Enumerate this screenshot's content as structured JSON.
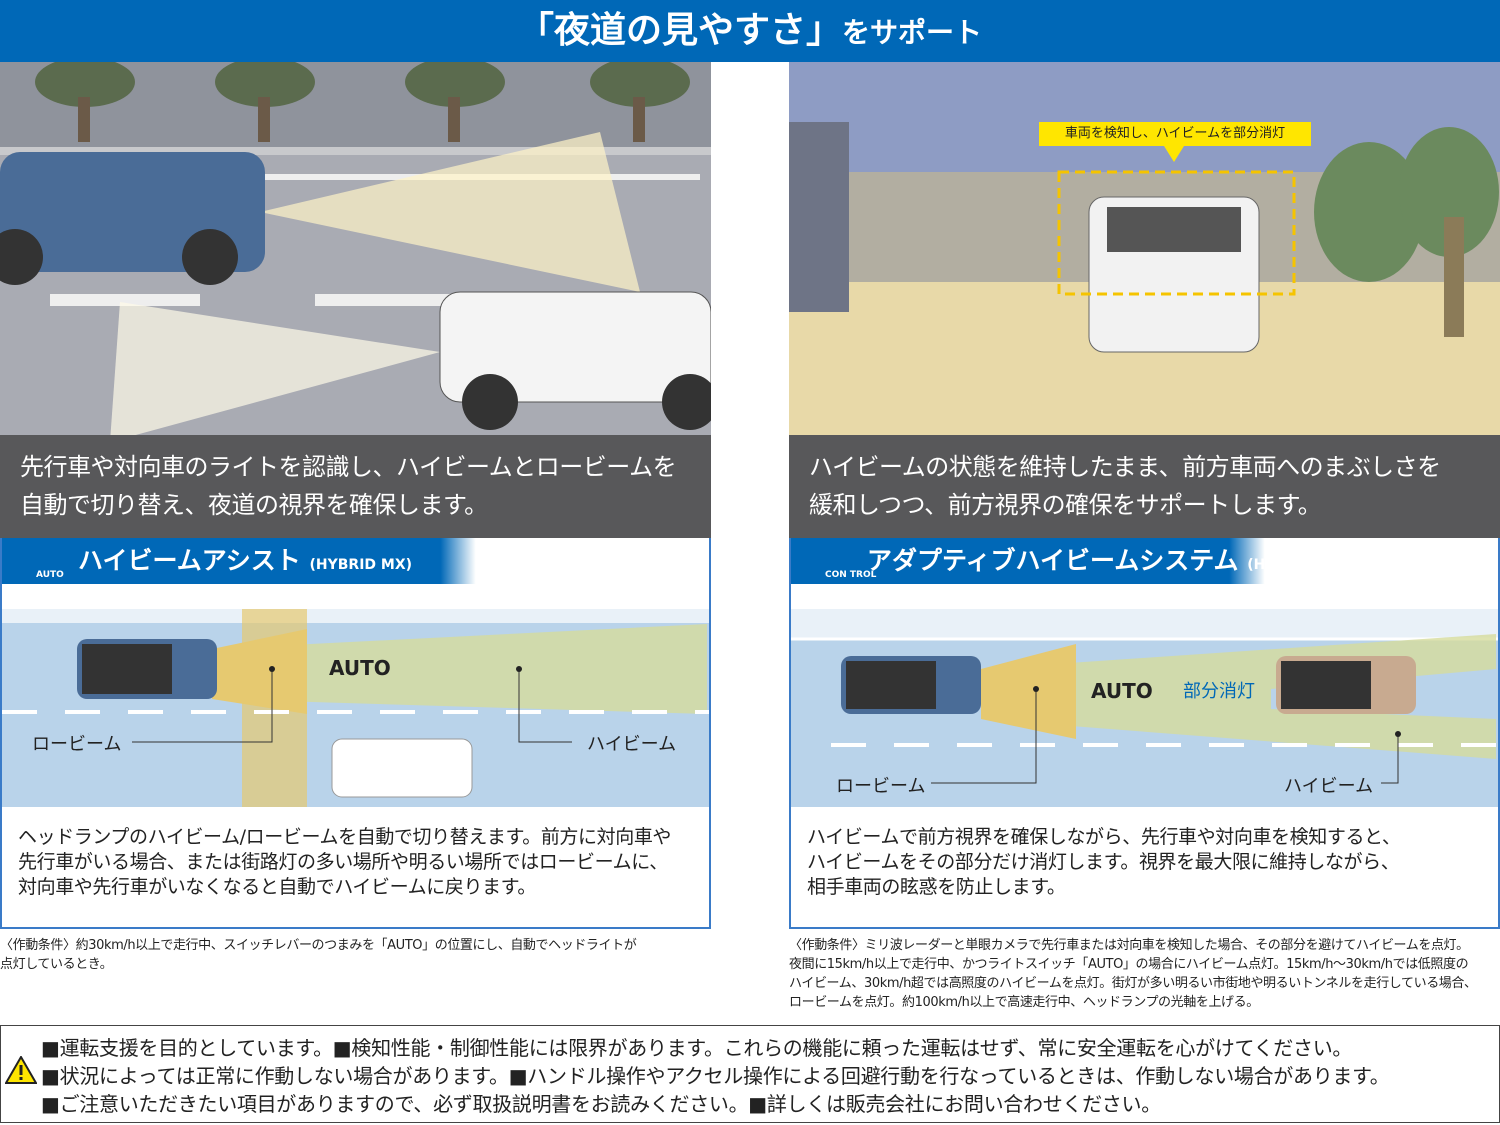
{
  "header": {
    "title_main": "「夜道の見やすさ」",
    "title_sub": "をサポート"
  },
  "left": {
    "caption": [
      "先行車や対向車のライトを認識し、ハイビームとロービームを",
      "自動で切り替え、夜道の視界を確保します。"
    ],
    "title": "ハイビームアシスト",
    "model": "(HYBRID MX)",
    "icon_label": "AUTO",
    "diagram": {
      "auto": "AUTO",
      "low": "ロービーム",
      "high": "ハイビーム"
    },
    "body": [
      "ヘッドランプのハイビーム/ロービームを自動で切り替えます。前方に対向車や",
      "先行車がいる場合、または街路灯の多い場所や明るい場所ではロービームに、",
      "対向車や先行車がいなくなると自動でハイビームに戻ります。"
    ],
    "note": [
      "〈作動条件〉約30km/h以上で走行中、スイッチレバーのつまみを「AUTO」の位置にし、自動でヘッドライトが",
      "点灯しているとき。"
    ]
  },
  "right": {
    "callout": "車両を検知し、ハイビームを部分消灯",
    "caption": [
      "ハイビームの状態を維持したまま、前方車両へのまぶしさを",
      "緩和しつつ、前方視界の確保をサポートします。"
    ],
    "title": "アダプティブハイビームシステム",
    "model": "(HYBRID MZ)",
    "icon_label": "CON TROL",
    "diagram": {
      "auto": "AUTO",
      "partial": "部分消灯",
      "low": "ロービーム",
      "high": "ハイビーム"
    },
    "body": [
      "ハイビームで前方視界を確保しながら、先行車や対向車を検知すると、",
      "ハイビームをその部分だけ消灯します。視界を最大限に維持しながら、",
      "相手車両の眩惑を防止します。"
    ],
    "note": [
      "〈作動条件〉ミリ波レーダーと単眼カメラで先行車または対向車を検知した場合、その部分を避けてハイビームを点灯。",
      "夜間に15km/h以上で走行中、かつライトスイッチ「AUTO」の場合にハイビーム点灯。15km/h～30km/hでは低照度の",
      "ハイビーム、30km/h超では高照度のハイビームを点灯。街灯が多い明るい市街地や明るいトンネルを走行している場合、",
      "ロービームを点灯。約100km/h以上で高速走行中、ヘッドランプの光軸を上げる。"
    ]
  },
  "warning": [
    "■運転支援を目的としています。■検知性能・制御性能には限界があります。これらの機能に頼った運転はせず、常に安全運転を心がけてください。",
    "■状況によっては正常に作動しない場合があります。■ハンドル操作やアクセル操作による回避行動を行なっているときは、作動しない場合があります。",
    "■ご注意いただきたい項目がありますので、必ず取扱説明書をお読みください。■詳しくは販売会社にお問い合わせください。"
  ],
  "colors": {
    "brand": "#0068b7",
    "caption_bg": "#58585a",
    "callout": "#ffe600"
  }
}
